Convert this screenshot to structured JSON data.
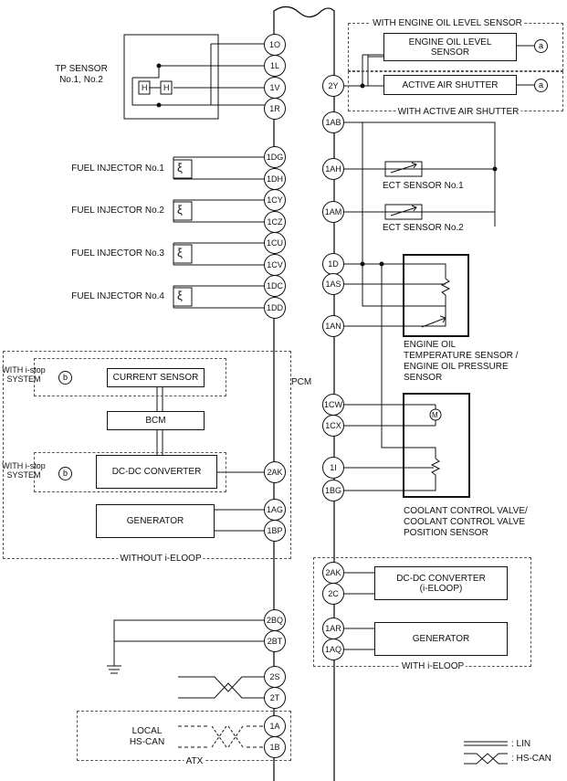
{
  "ecu": {
    "label": "PCM"
  },
  "pins": {
    "p1O": "1O",
    "p1L": "1L",
    "p1V": "1V",
    "p1R": "1R",
    "p1DG": "1DG",
    "p1DH": "1DH",
    "p1CY": "1CY",
    "p1CZ": "1CZ",
    "p1CU": "1CU",
    "p1CV": "1CV",
    "p1DC": "1DC",
    "p1DD": "1DD",
    "p2AK_left": "2AK",
    "p1AG": "1AG",
    "p1BP": "1BP",
    "p2BQ": "2BQ",
    "p2BT": "2BT",
    "p2S": "2S",
    "p2T": "2T",
    "p1A": "1A",
    "p1B": "1B",
    "p2Y": "2Y",
    "p1AB": "1AB",
    "p1AH": "1AH",
    "p1AM": "1AM",
    "p1D": "1D",
    "p1AS": "1AS",
    "p1AN": "1AN",
    "p1CW": "1CW",
    "p1CX": "1CX",
    "p1I": "1I",
    "p1BG": "1BG",
    "p2AK_right": "2AK",
    "p2C": "2C",
    "p1AR": "1AR",
    "p1AQ": "1AQ"
  },
  "components": {
    "tp_sensor": {
      "line1": "TP SENSOR",
      "line2": "No.1, No.2",
      "hall_left": "H",
      "hall_right": "H"
    },
    "injector1": "FUEL INJECTOR No.1",
    "injector2": "FUEL INJECTOR No.2",
    "injector3": "FUEL INJECTOR No.3",
    "injector4": "FUEL INJECTOR No.4",
    "oil_level_sensor": {
      "line1": "ENGINE OIL LEVEL",
      "line2": "SENSOR"
    },
    "active_air_shutter": "ACTIVE AIR SHUTTER",
    "ect1": "ECT SENSOR No.1",
    "ect2": "ECT SENSOR No.2",
    "oil_temp_pressure": {
      "line1": "ENGINE OIL",
      "line2": "TEMPERATURE SENSOR /",
      "line3": "ENGINE OIL PRESSURE",
      "line4": "SENSOR"
    },
    "coolant_valve": {
      "line1": "COOLANT CONTROL VALVE/",
      "line2": "COOLANT CONTROL VALVE",
      "line3": "POSITION SENSOR",
      "motor": "M"
    },
    "current_sensor": "CURRENT SENSOR",
    "bcm": "BCM",
    "dcdc_left": "DC-DC CONVERTER",
    "generator_left": "GENERATOR",
    "dcdc_right": {
      "line1": "DC-DC CONVERTER",
      "line2": "(i-ELOOP)"
    },
    "generator_right": "GENERATOR",
    "local_hscan": {
      "line1": "LOCAL",
      "line2": "HS-CAN"
    }
  },
  "groups": {
    "with_oil_level": "WITH ENGINE OIL LEVEL SENSOR",
    "with_air_shutter": "WITH ACTIVE AIR SHUTTER",
    "without_ieloop": "WITHOUT i-ELOOP",
    "with_ieloop": "WITH i-ELOOP",
    "atx": "ATX",
    "istop1": {
      "line1": "WITH i-stop",
      "line2": "SYSTEM"
    },
    "istop2": {
      "line1": "WITH i-stop",
      "line2": "SYSTEM"
    }
  },
  "connectors": {
    "a1": "a",
    "a2": "a",
    "b1": "b",
    "b2": "b"
  },
  "legend": {
    "lin": ": LIN",
    "hscan": ": HS-CAN"
  }
}
